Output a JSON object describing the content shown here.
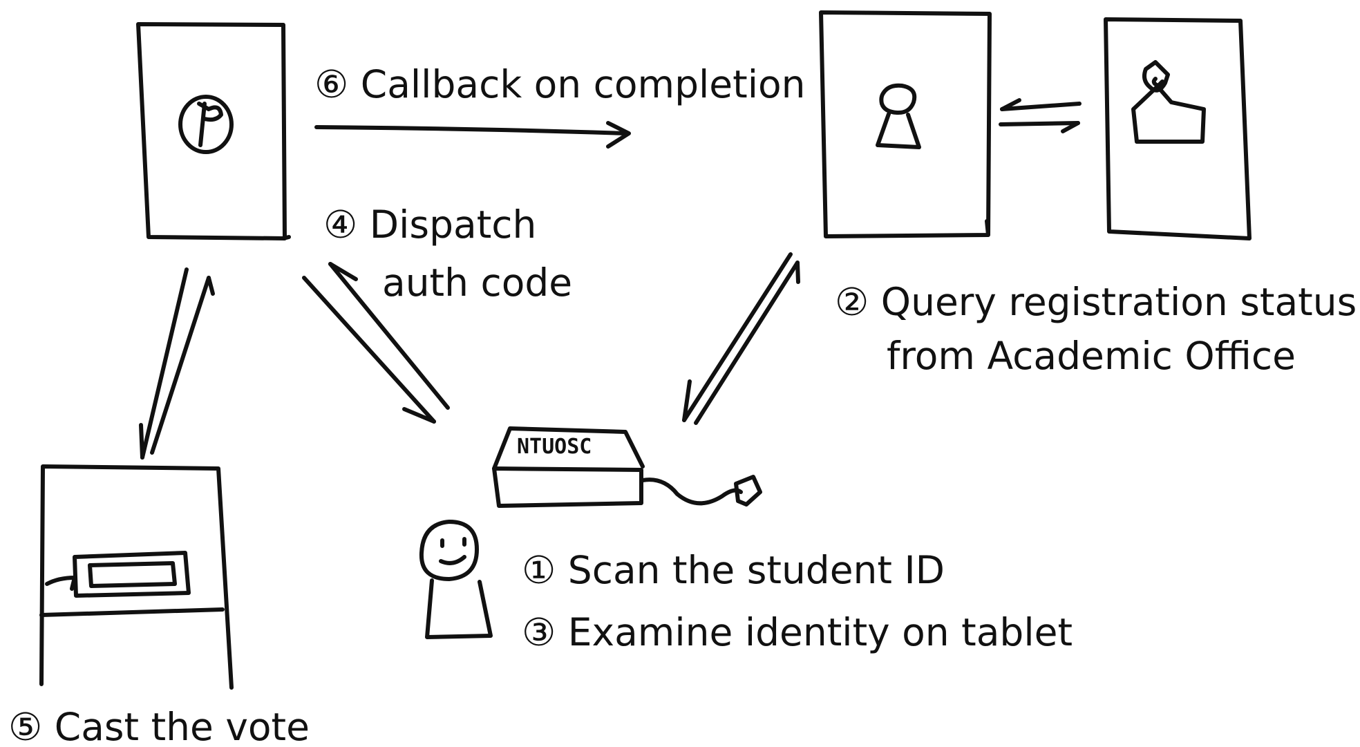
{
  "colors": {
    "ink": "#111111",
    "background": "#ffffff"
  },
  "labels": {
    "step6": "⑥ Callback on completion",
    "step4_line1": "④ Dispatch",
    "step4_line2": "auth code",
    "step2_line1": "② Query registration status",
    "step2_line2": "from Academic Office",
    "step1": "① Scan the student ID",
    "step3": "③ Examine identity on tablet",
    "step5": "⑤ Cast the vote",
    "card_reader_tag": "NTUOSC"
  },
  "icons": {
    "vote_server": "pie-chart-icon",
    "auth_server": "person-icon",
    "academic_office": "building-clock-icon",
    "voting_booth": "tablet-on-desk-icon",
    "card_reader": "card-reader-icon",
    "staff": "smiling-person-icon"
  }
}
